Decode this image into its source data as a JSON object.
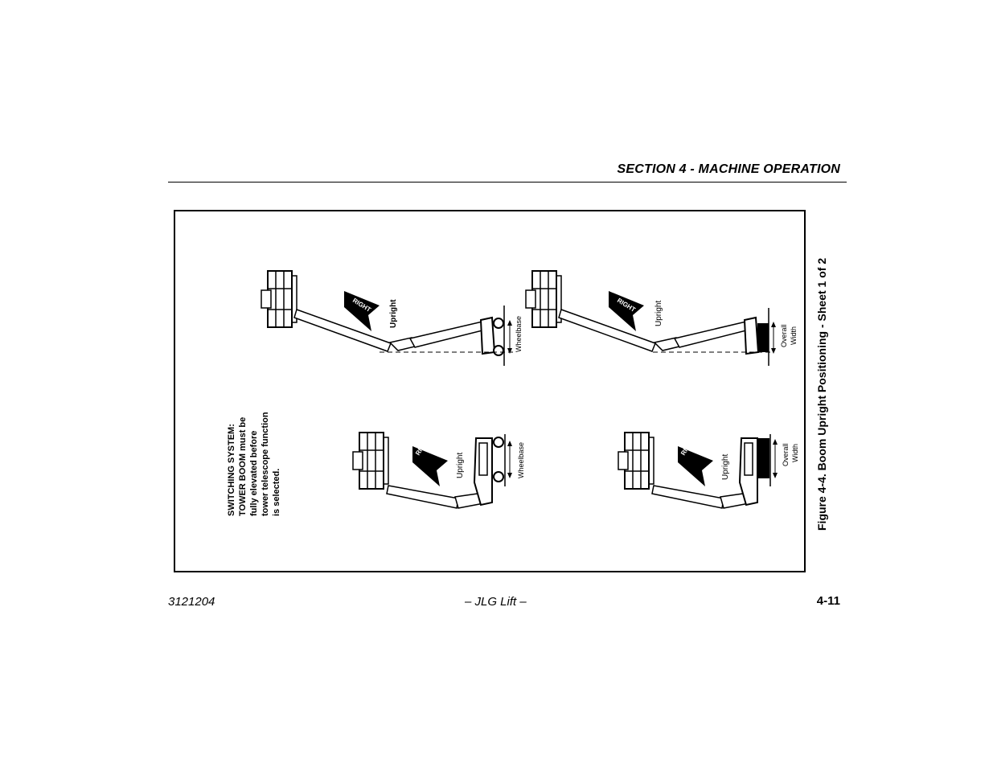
{
  "header": {
    "section_title": "SECTION 4 - MACHINE OPERATION"
  },
  "figure": {
    "caption": "Figure 4-4. Boom Upright Positioning - Sheet 1 of 2",
    "note_lines": [
      "SWITCHING SYSTEM:",
      "TOWER BOOM must be",
      "fully elevated before",
      "tower telescope function",
      "is selected."
    ],
    "labels": {
      "right": "RIGHT",
      "upright": "Upright",
      "wheelbase": "Wheelbase",
      "overall": "Overall",
      "width": "Width"
    }
  },
  "footer": {
    "doc_number": "3121204",
    "center": "– JLG Lift –",
    "page_number": "4-11"
  }
}
